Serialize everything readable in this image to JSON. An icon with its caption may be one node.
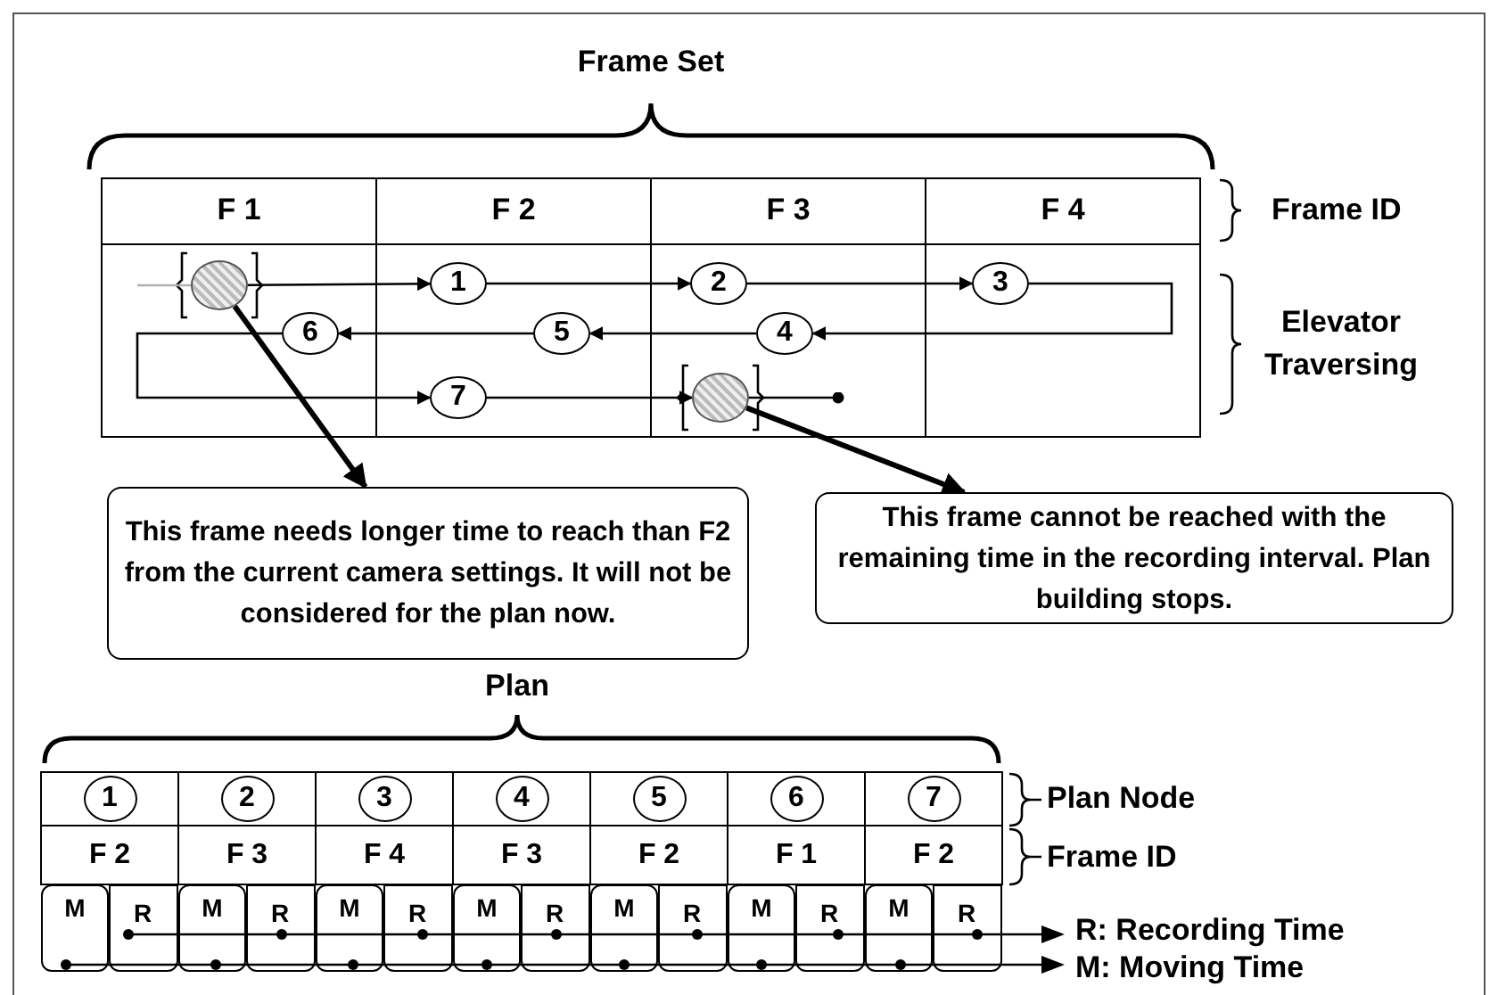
{
  "diagram": {
    "nodes": [
      {
        "text": [],
        "shape": "circle"
      },
      {
        "text": [
          "1"
        ]
      },
      {
        "text": [
          "2"
        ]
      },
      {
        "text": [
          "3"
        ]
      },
      {
        "text": [
          "6"
        ]
      },
      {
        "text": [
          "5"
        ]
      },
      {
        "text": [
          "4"
        ]
      },
      {
        "text": [
          "7"
        ]
      },
      {
        "text": [],
        "shape": "circle"
      },
      {
        "text": [
          "This frame needs longer time to reach than F2 from the current camera settings. It will not be considered for the plan now."
        ]
      },
      {
        "text": [
          "This frame cannot be reached with the remaining time in the recording interval. Plan building stops."
        ]
      },
      {
        "text": [
          "1"
        ]
      },
      {
        "text": [
          "2"
        ]
      },
      {
        "text": [
          "3"
        ]
      },
      {
        "text": [
          "4"
        ]
      },
      {
        "text": [
          "5"
        ]
      },
      {
        "text": [
          "6"
        ]
      },
      {
        "text": [
          "7"
        ]
      }
    ],
    "edges": [
      {
        "from": null,
        "to": 0,
        "arrow": "none",
        "color": "#b0b0b0"
      },
      {
        "from": 0,
        "to": 1,
        "arrow": "to"
      },
      {
        "from": 1,
        "to": 2,
        "arrow": "to"
      },
      {
        "from": 2,
        "to": 3,
        "arrow": "to"
      },
      {
        "from": 3,
        "to": 6,
        "arrow": "to"
      },
      {
        "from": 6,
        "to": 5,
        "arrow": "to"
      },
      {
        "from": 5,
        "to": 4,
        "arrow": "to"
      },
      {
        "from": 4,
        "to": 7,
        "arrow": "to"
      },
      {
        "from": 7,
        "to": 8,
        "arrow": "to"
      },
      {
        "from": 8,
        "to": null,
        "arrow": "other"
      },
      {
        "from": 0,
        "to": 9,
        "arrow": "to",
        "style": "thick"
      },
      {
        "from": 8,
        "to": 10,
        "arrow": "to",
        "style": "thick"
      }
    ],
    "labels": [
      "Frame Set",
      "F 1",
      "F 2",
      "F 3",
      "F 4",
      "Frame ID",
      "Elevator Traversing",
      "Plan",
      "Plan Node",
      "F 2",
      "F 3",
      "F 4",
      "F 3",
      "F 2",
      "F 1",
      "F 2",
      "Frame ID",
      "M",
      "R",
      "M",
      "R",
      "M",
      "R",
      "M",
      "R",
      "M",
      "R",
      "M",
      "R",
      "M",
      "R",
      "R: Recording Time",
      "M: Moving Time"
    ]
  }
}
